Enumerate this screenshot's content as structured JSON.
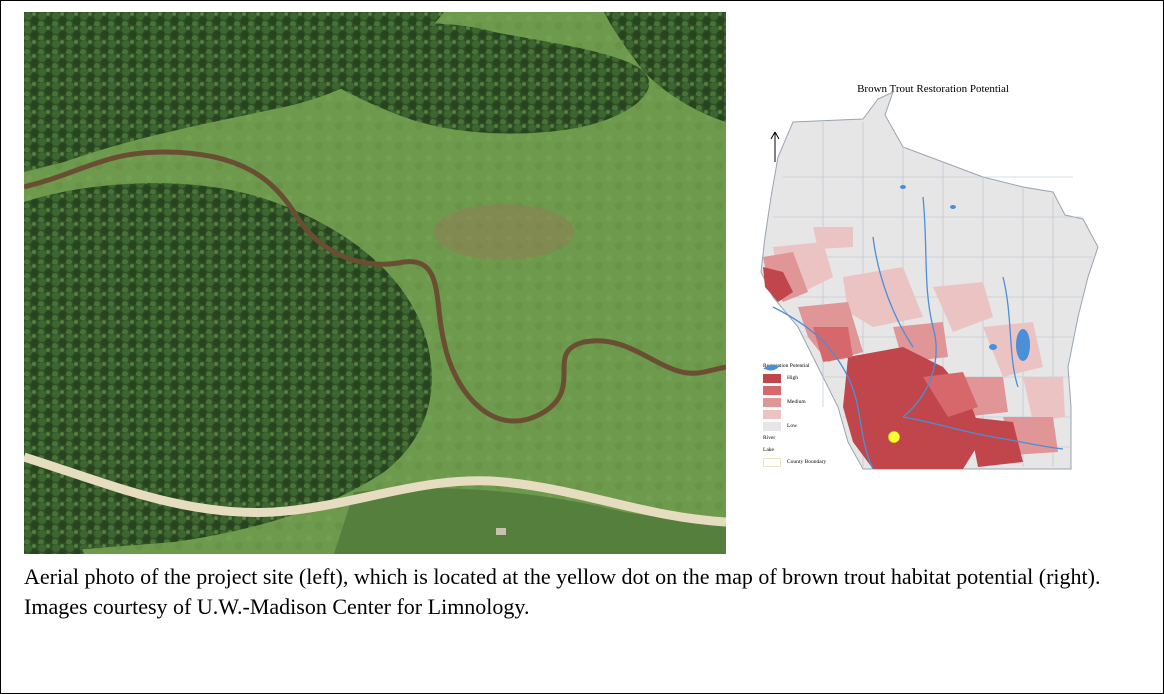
{
  "caption": "Aerial photo of the project site (left), which is located at the yellow dot on the map of brown trout habitat potential (right). Images courtesy of U.W.-Madison Center for Limnology.",
  "map": {
    "title": "Brown Trout Restoration Potential",
    "legend_title": "Restoration Potential",
    "legend": [
      {
        "label": "High",
        "color": "#c0464c"
      },
      {
        "label": "",
        "color": "#d6686c"
      },
      {
        "label": "Medium",
        "color": "#e09596"
      },
      {
        "label": "",
        "color": "#ecc3c3"
      },
      {
        "label": "Low",
        "color": "#e6e6e6"
      },
      {
        "label": "River",
        "icon": "river-icon",
        "color": "#4a8fd8"
      },
      {
        "label": "Lake",
        "icon": "lake-icon",
        "color": "#4a8fd8"
      },
      {
        "label": "County Boundary",
        "icon": "county-boundary-icon",
        "color": "#e9e4c4"
      }
    ],
    "marker_color": "#ffff33"
  }
}
